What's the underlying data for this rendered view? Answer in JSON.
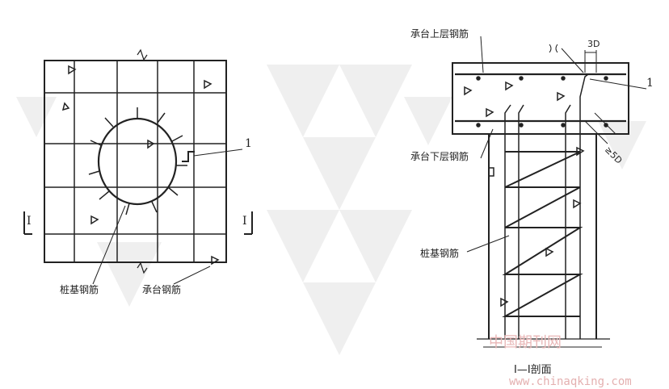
{
  "left_view": {
    "callout_1": "1",
    "pile_rebar_label": "桩基钢筋",
    "cap_rebar_label": "承台钢筋",
    "section_mark_left": "I",
    "section_mark_right": "I"
  },
  "right_view": {
    "top_rebar_label": "承台上层钢筋",
    "bottom_rebar_label": "承台下层钢筋",
    "pile_rebar_label": "桩基钢筋",
    "callout_1": "1",
    "dim_top": "3D",
    "dim_side": "≥5D",
    "section_title": "I—I剖面"
  },
  "watermark": {
    "cn": "中国期刊网",
    "url": "www.chinaqking.com"
  }
}
